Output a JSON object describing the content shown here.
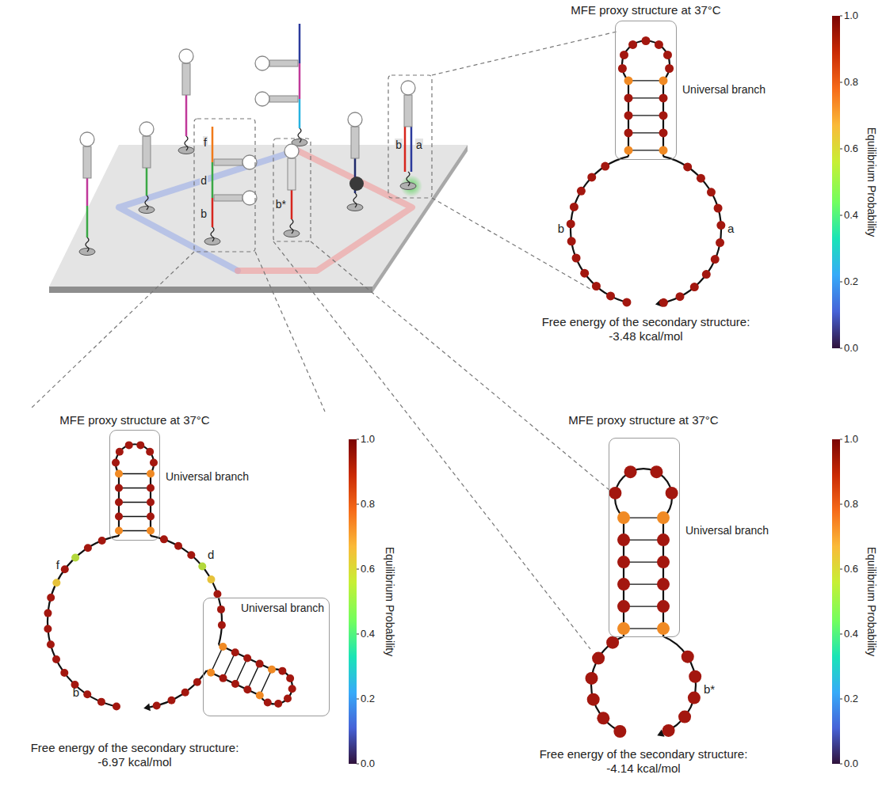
{
  "diagram": {
    "nodes": [
      {
        "text": [
          "Universal branch"
        ]
      },
      {
        "text": [
          "Universal branch"
        ]
      },
      {
        "text": [
          "Universal branch"
        ]
      },
      {
        "text": [
          "Universal branch"
        ]
      }
    ],
    "labels": [
      "MFE proxy structure at 37°C",
      "b",
      "a",
      "Free energy of the secondary structure: -3.48 kcal/mol",
      "1.0",
      "0.8",
      "0.6",
      "0.4",
      "0.2",
      "0.0",
      "Equilibrium Probability",
      "MFE proxy structure at 37°C",
      "f",
      "d",
      "b",
      "Free energy of the secondary structure: -6.97 kcal/mol",
      "1.0",
      "0.8",
      "0.6",
      "0.4",
      "0.2",
      "0.0",
      "Equilibrium Probability",
      "MFE proxy structure at 37°C",
      "b*",
      "Free energy of the secondary structure: -4.14 kcal/mol",
      "1.0",
      "0.8",
      "0.6",
      "0.4",
      "0.2",
      "0.0",
      "Equilibrium Probability",
      "f",
      "d",
      "b",
      "b*",
      "b",
      "a"
    ]
  }
}
